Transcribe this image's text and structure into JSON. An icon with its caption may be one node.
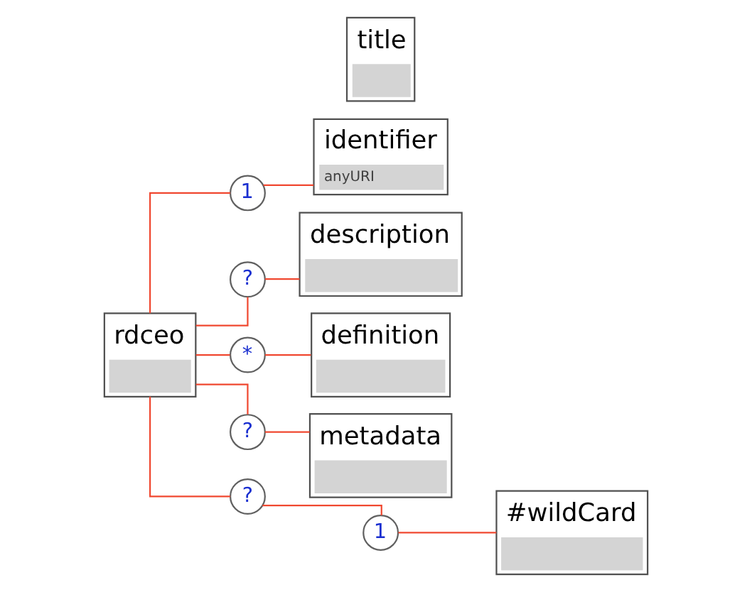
{
  "diagram": {
    "nodes": [
      {
        "text": [
          "rdceo"
        ]
      },
      {
        "text": [
          "identifier",
          "anyURI"
        ]
      },
      {
        "text": [
          "1"
        ]
      },
      {
        "text": [
          "title"
        ]
      },
      {
        "text": [
          "?"
        ]
      },
      {
        "text": [
          "description"
        ]
      },
      {
        "text": [
          "*"
        ]
      },
      {
        "text": [
          "definition"
        ]
      },
      {
        "text": [
          "?"
        ]
      },
      {
        "text": [
          "metadata"
        ]
      },
      {
        "text": [
          "?"
        ]
      },
      {
        "text": [
          "1"
        ]
      },
      {
        "text": [
          "#wildCard"
        ]
      }
    ],
    "edges": [
      {
        "from": 0,
        "to": 2,
        "arrow": "none"
      },
      {
        "from": 2,
        "to": 1,
        "arrow": "none"
      },
      {
        "from": 0,
        "to": 4,
        "arrow": "none"
      },
      {
        "from": 4,
        "to": 5,
        "arrow": "none"
      },
      {
        "from": 0,
        "to": 6,
        "arrow": "none"
      },
      {
        "from": 6,
        "to": 7,
        "arrow": "none"
      },
      {
        "from": 0,
        "to": 8,
        "arrow": "none"
      },
      {
        "from": 8,
        "to": 9,
        "arrow": "none"
      },
      {
        "from": 0,
        "to": 10,
        "arrow": "none"
      },
      {
        "from": 10,
        "to": 11,
        "arrow": "none"
      },
      {
        "from": 11,
        "to": 12,
        "arrow": "none"
      }
    ]
  }
}
